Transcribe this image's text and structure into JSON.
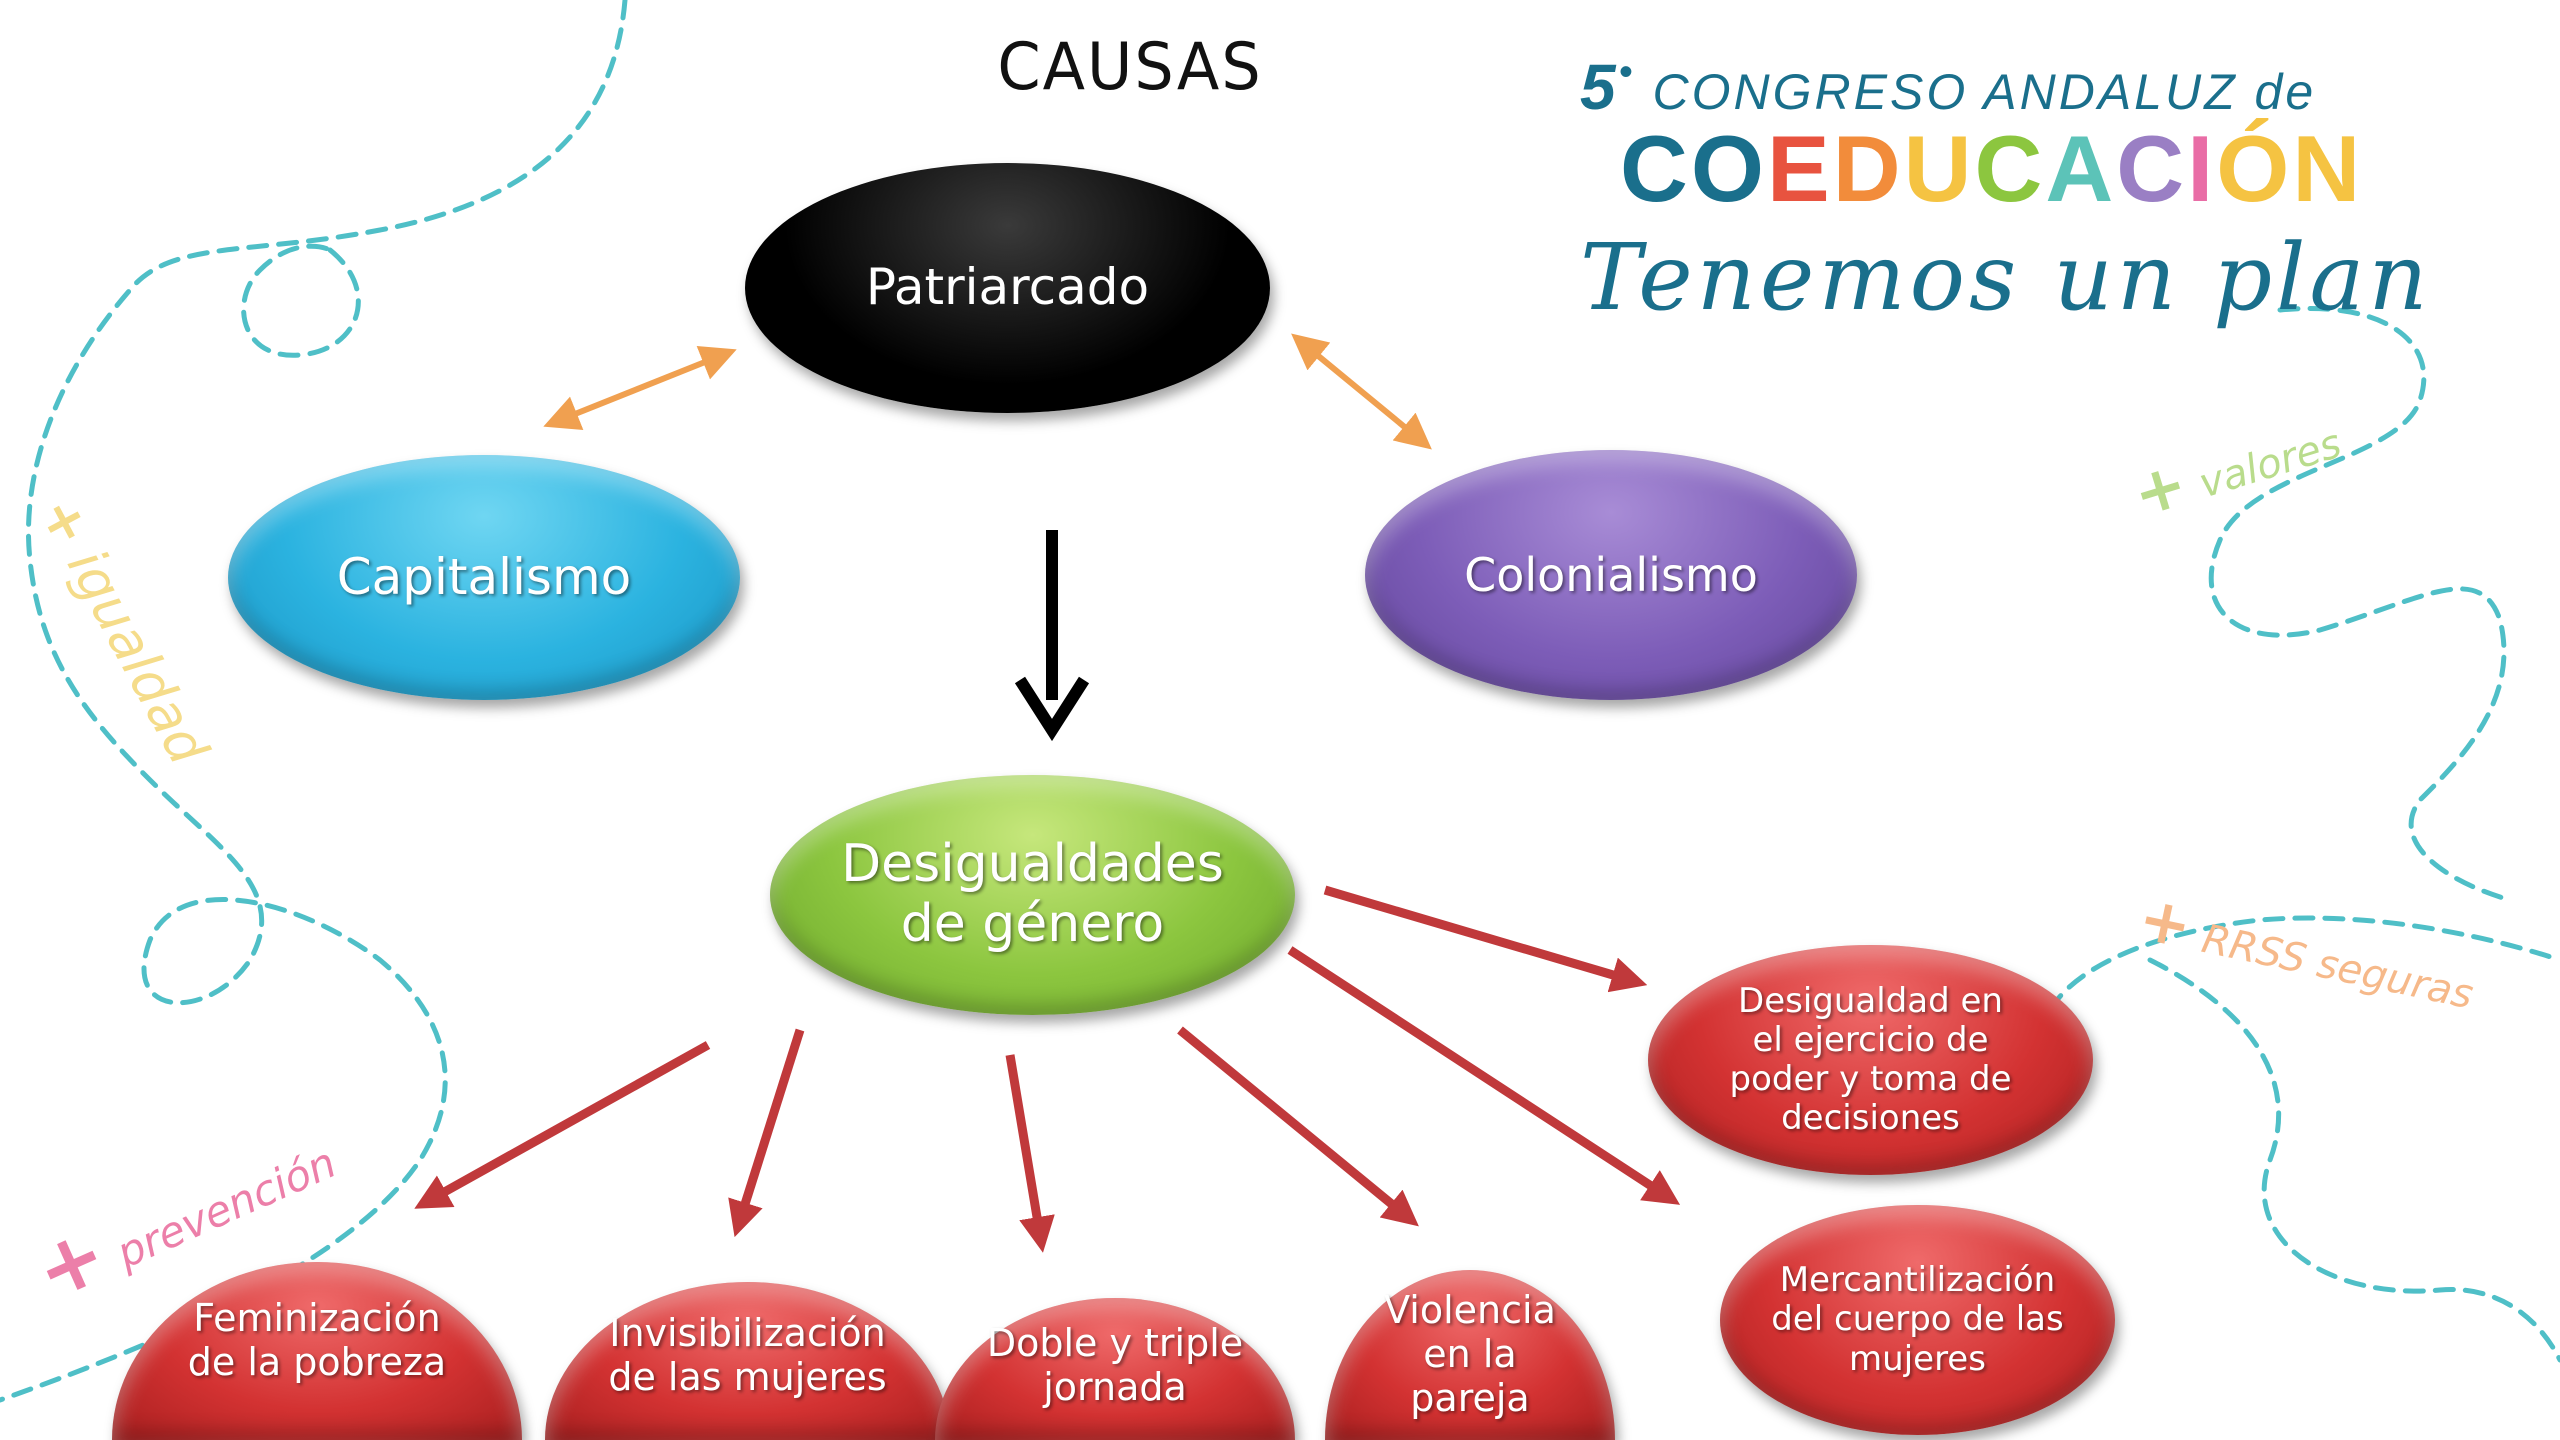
{
  "title": "CAUSAS",
  "branding": {
    "line1_number": "5",
    "line1_text": "CONGRESO ANDALUZ de",
    "line2_letters": [
      {
        "ch": "C",
        "color": "#1a6f8c"
      },
      {
        "ch": "O",
        "color": "#1a6f8c"
      },
      {
        "ch": "E",
        "color": "#e8533f"
      },
      {
        "ch": "D",
        "color": "#f28c3b"
      },
      {
        "ch": "U",
        "color": "#f5c342"
      },
      {
        "ch": "C",
        "color": "#8cc63f"
      },
      {
        "ch": "A",
        "color": "#5cc3b8"
      },
      {
        "ch": "C",
        "color": "#9a7fc4"
      },
      {
        "ch": "I",
        "color": "#e96da6"
      },
      {
        "ch": "Ó",
        "color": "#f5c342"
      },
      {
        "ch": "N",
        "color": "#f5c342"
      }
    ],
    "line3": "Tenemos un plan"
  },
  "decorations": {
    "igualdad": {
      "plus": "+",
      "word": "igualdad",
      "color": "#f5dc8a"
    },
    "valores": {
      "plus": "+",
      "word": "valores",
      "color": "#b9dc8c"
    },
    "rrss": {
      "plus": "+",
      "word": "RRSS seguras",
      "color": "#f6b98a"
    },
    "prevencion": {
      "plus": "+",
      "word": "prevención",
      "color": "#ec7fa9"
    },
    "dash_color": "#4fbfc7"
  },
  "nodes": {
    "patriarcado": "Patriarcado",
    "capitalismo": "Capitalismo",
    "colonialismo": "Colonialismo",
    "desigualdades": [
      "Desigualdades",
      "de género"
    ],
    "desigualdad_poder": [
      "Desigualdad en",
      "el ejercicio de",
      "poder y toma de",
      "decisiones"
    ],
    "mercantilizacion": [
      "Mercantilización",
      "del cuerpo de las",
      "mujeres"
    ],
    "feminizacion": [
      "Feminización",
      "de la pobreza"
    ],
    "invisibilizacion": [
      "Invisibilización",
      "de las mujeres"
    ],
    "doble_triple": [
      "Doble y triple",
      "jornada"
    ],
    "violencia": [
      "Violencia",
      "en la",
      "pareja"
    ]
  },
  "colors": {
    "double_arrow": "#f0a050",
    "main_arrow": "#000000",
    "effect_arrow": "#c0393b"
  }
}
